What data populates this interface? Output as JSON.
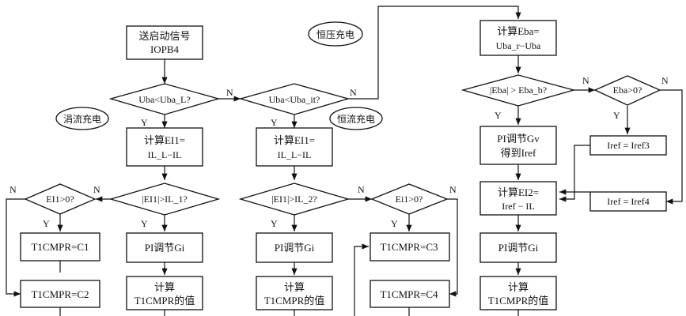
{
  "nodes": {
    "send_signal": [
      "送启动信号",
      "IOPB4"
    ],
    "d_ubl": "Uba<Uba_L?",
    "d_ubit": "Uba<Uba_it?",
    "trickle": "涓流充电",
    "constant_current": "恒流充电",
    "constant_voltage": "恒压充电",
    "calc_ei1_a": [
      "计算EI1=",
      "IL_L−IL"
    ],
    "calc_ei1_b": [
      "计算EI1=",
      "IL_L−IL"
    ],
    "d_ei1_a": "|EI1|>IL_1?",
    "d_ei1_b": "|EI1|>IL_2?",
    "d_e_pos_a": "EI1>0?",
    "d_e_pos_b": "Ei1>0?",
    "cmpr1": "T1CMPR=C1",
    "cmpr2": "T1CMPR=C2",
    "cmpr3": "T1CMPR=C3",
    "cmpr4": "T1CMPR=C4",
    "pi_a": "PI调节Gi",
    "pi_b": "PI调节Gi",
    "pi_c": "PI调节Gi",
    "calc_cmpr_a": [
      "计算",
      "T1CMPR的值"
    ],
    "calc_cmpr_b": [
      "计算",
      "T1CMPR的值"
    ],
    "calc_cmpr_c": [
      "计算",
      "T1CMPR的值"
    ],
    "calc_eba": [
      "计算Eba=",
      "Uba_r−Uba"
    ],
    "d_eba": "|Eba| > Eba_b?",
    "d_eba_pos": "Eba>0?",
    "pi_gv": [
      "PI调节Gv",
      "得到Iref"
    ],
    "iref3": "Iref = Iref3",
    "iref4": "Iref = Iref4",
    "calc_ei2": [
      "计算EI2=",
      "Iref − IL"
    ]
  },
  "labels": {
    "yes": "Y",
    "no": "N"
  }
}
